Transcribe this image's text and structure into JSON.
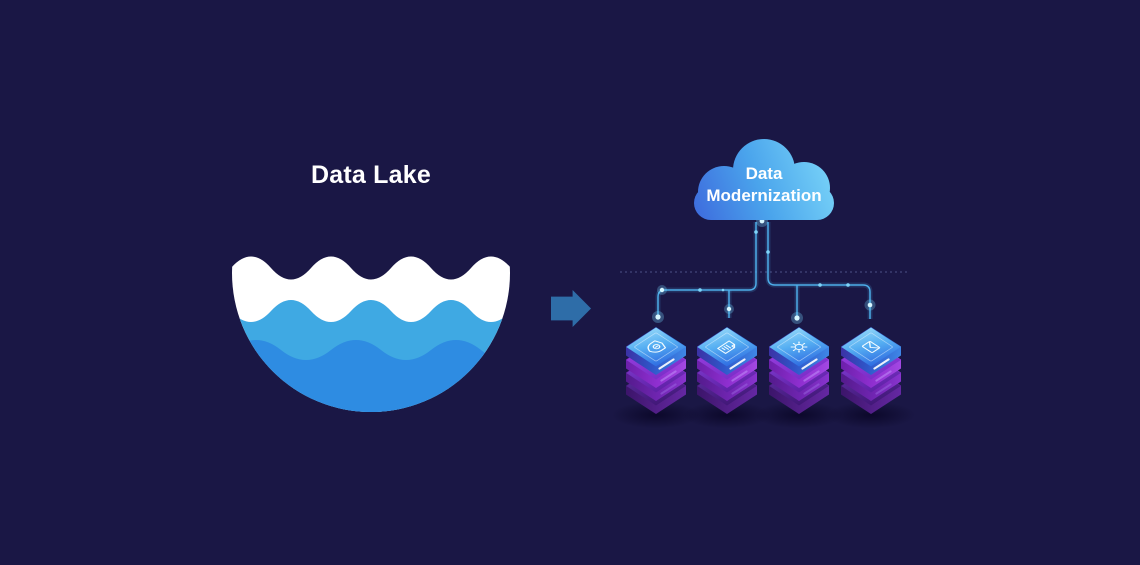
{
  "illustration": {
    "title": "Data Lake",
    "cloud": {
      "label_line1": "Data",
      "label_line2": "Modernization"
    },
    "servers": [
      {
        "name": "security-server",
        "icon": "shield-lock-icon"
      },
      {
        "name": "document-server",
        "icon": "document-icon"
      },
      {
        "name": "settings-server",
        "icon": "gear-icon"
      },
      {
        "name": "mail-server",
        "icon": "envelope-icon"
      }
    ],
    "other_icons": [
      "data-lake-bowl-icon",
      "arrow-right-icon",
      "cloud-icon",
      "circuit-traces"
    ]
  },
  "colors": {
    "background": "#1a1745",
    "lake-top": "#ffffff",
    "lake-mid": "#3fa9e3",
    "lake-deep": "#2e8ce2",
    "arrow": "#2e6da8",
    "circuit-line": "#4fb3f0",
    "circuit-node": "#d8f6ff",
    "dashed-line": "#565b93",
    "cloud-1": "#3e6ede",
    "cloud-2": "#4aa4ec",
    "cloud-3": "#7cd7f9",
    "server-face-1": "#8fd4f8",
    "server-face-2": "#2f6ce2",
    "server-purple-bright": "#9a3fe0",
    "server-purple-dark": "#3a1468",
    "text": "#ffffff"
  }
}
